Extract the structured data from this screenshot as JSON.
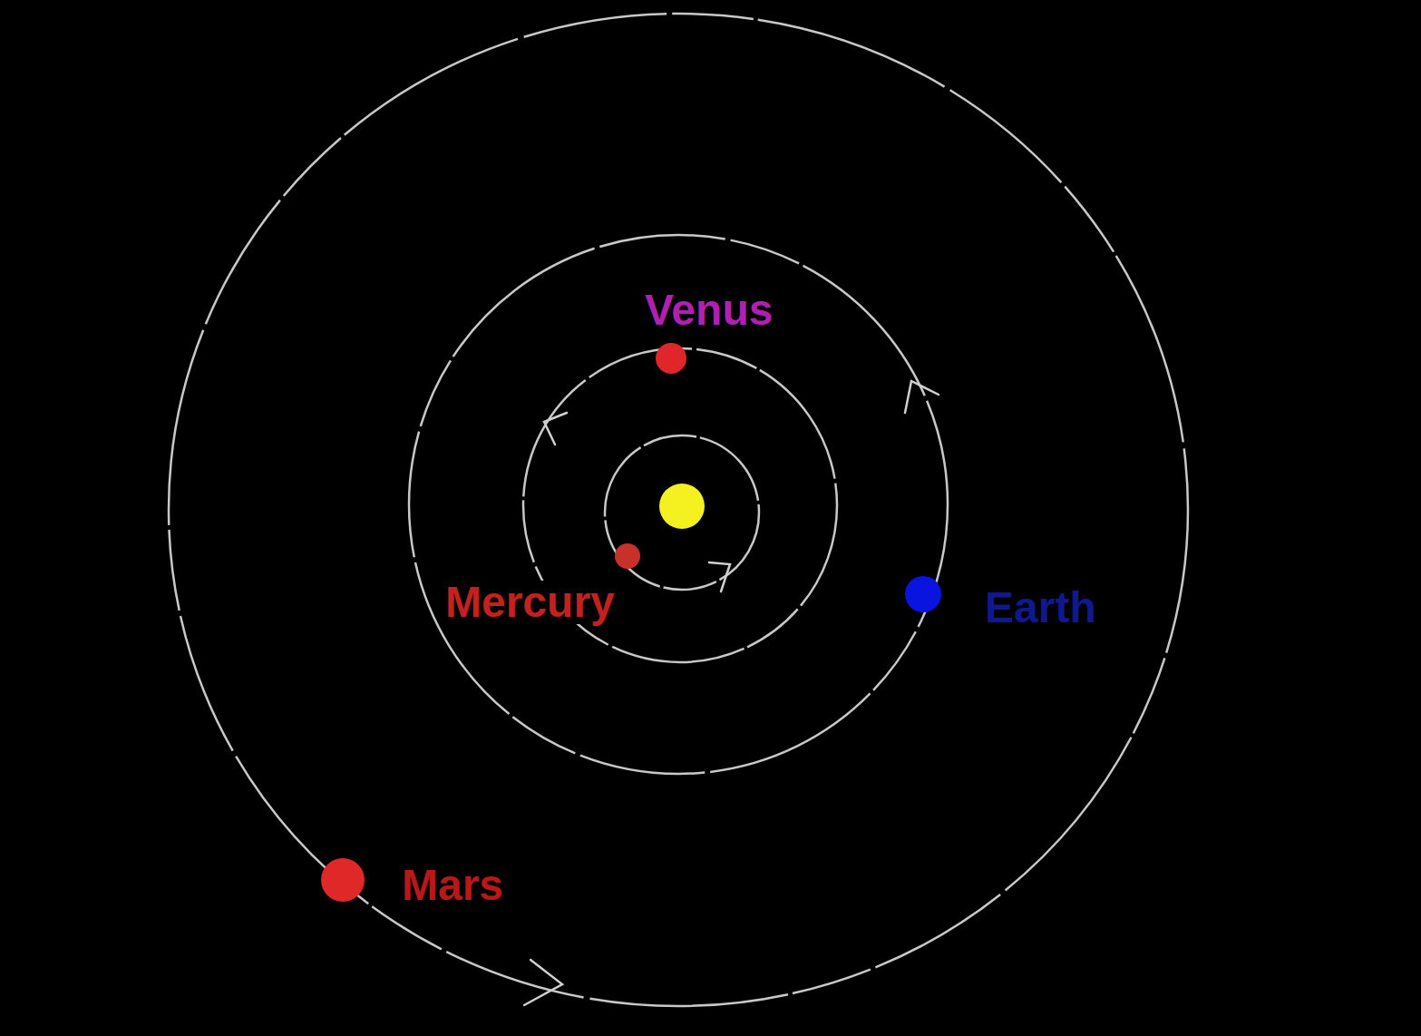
{
  "diagram": {
    "labels": [
      "Venus",
      "Mercury",
      "Earth",
      "Mars"
    ]
  }
}
